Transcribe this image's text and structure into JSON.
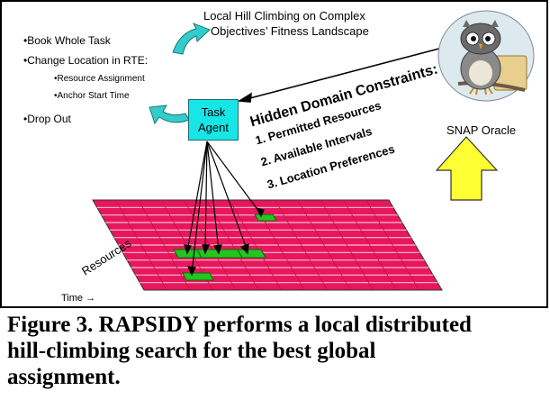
{
  "header": {
    "title_line1": "Local Hill Climbing on Complex",
    "title_line2": "Objectives’ Fitness Landscape"
  },
  "bullets": {
    "book": "•Book Whole Task",
    "change": "•Change Location in RTE:",
    "resource": "•Resource Assignment",
    "anchor": "•Anchor Start Time",
    "drop": "•Drop Out"
  },
  "agent": {
    "line1": "Task",
    "line2": "Agent"
  },
  "constraints": {
    "title": "Hidden Domain Constraints:",
    "item1": "1. Permitted Resources",
    "item2": "2. Available Intervals",
    "item3": "3. Location Preferences"
  },
  "oracle": {
    "label": "SNAP Oracle"
  },
  "grid": {
    "resources_label": "Resources",
    "time_label": "Time →"
  },
  "caption": {
    "line1": "Figure 3. RAPSIDY performs a local distributed",
    "line2": "hill-climbing search for the best global",
    "line3": "assignment."
  },
  "colors": {
    "grid_fill": "#e8175d",
    "cell_fill": "#22c61e",
    "agent_fill": "#18e6e6",
    "arrow_cyan": "#33cccc",
    "arrow_yellow": "#ffff33"
  }
}
